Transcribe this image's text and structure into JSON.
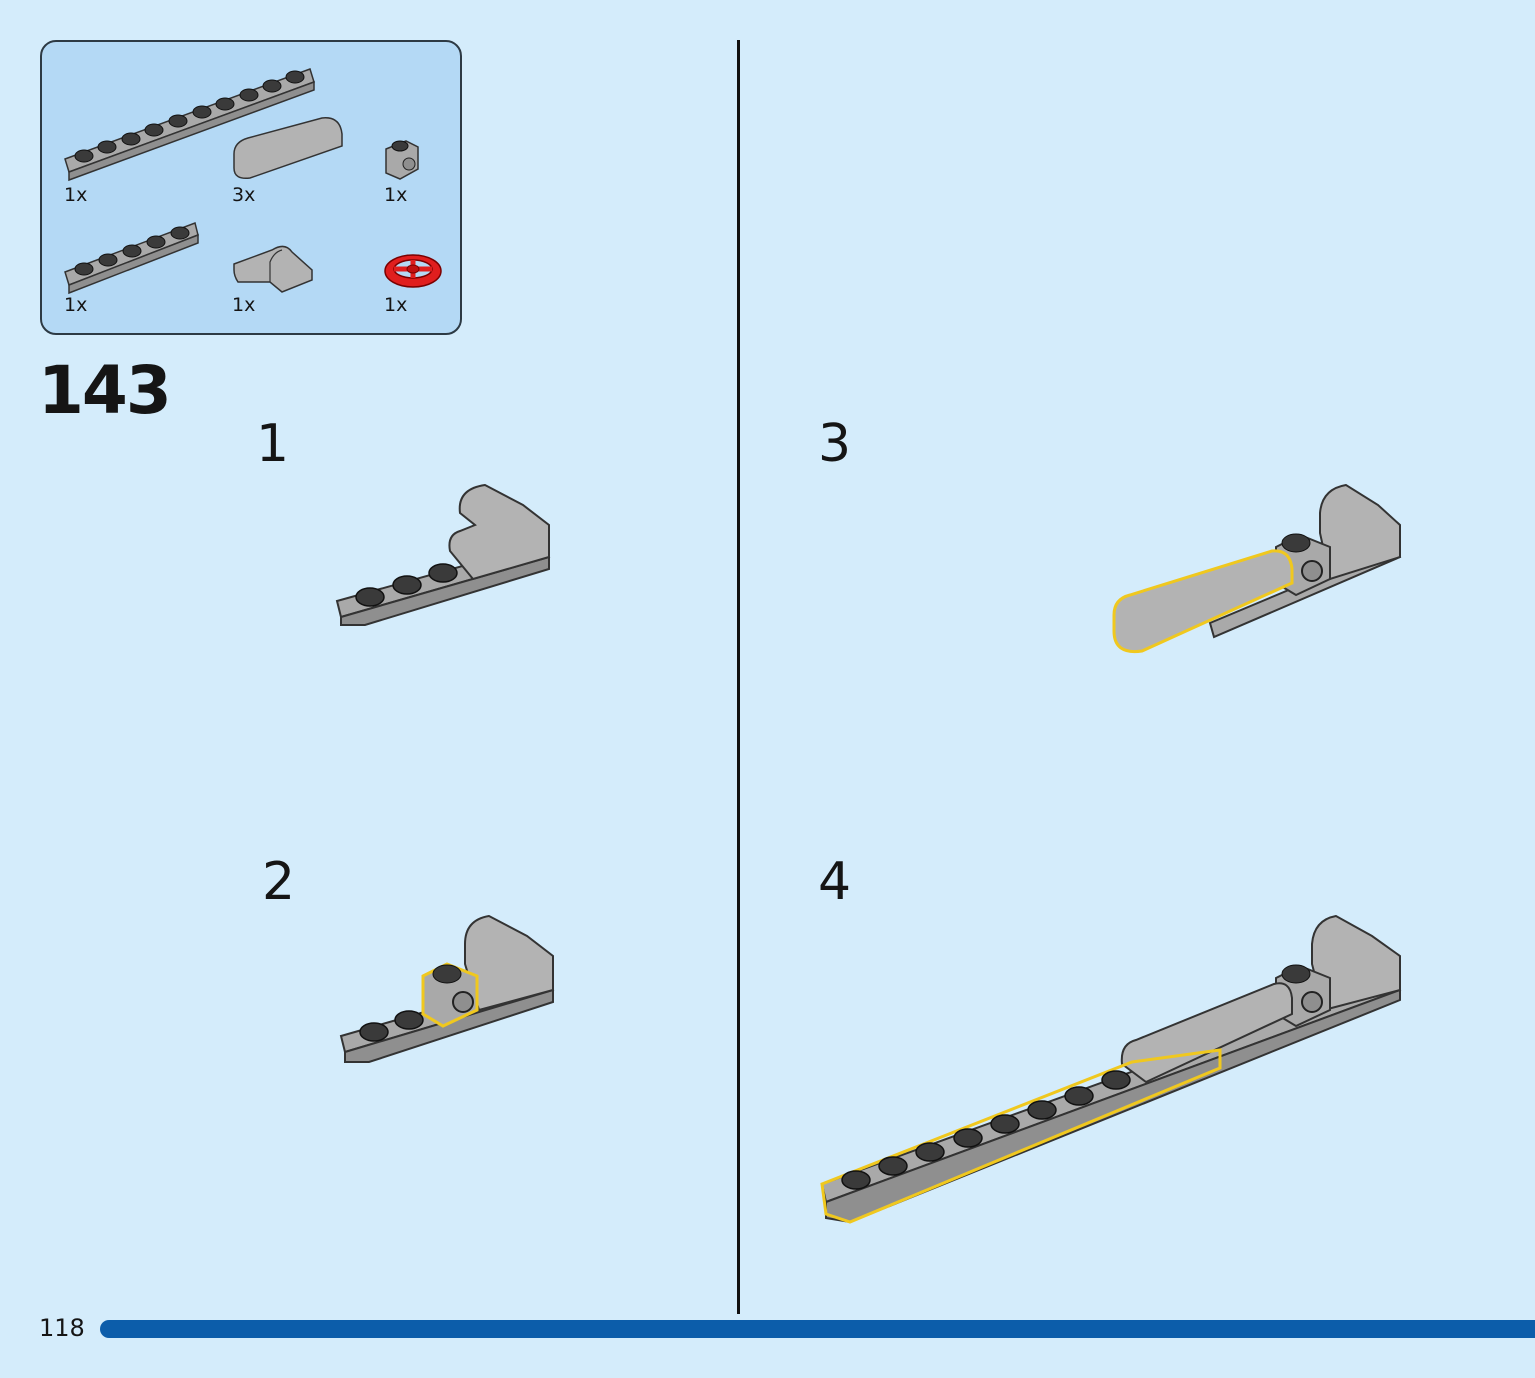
{
  "parts_list": [
    {
      "name": "plate-1x10",
      "qty": "1x",
      "color": "#a9a9a9"
    },
    {
      "name": "curved-slope-1x4",
      "qty": "3x",
      "color": "#a9a9a9"
    },
    {
      "name": "brick-1x1-stud-side",
      "qty": "1x",
      "color": "#a9a9a9"
    },
    {
      "name": "plate-1x5",
      "qty": "1x",
      "color": "#a9a9a9"
    },
    {
      "name": "curved-slope-corner",
      "qty": "1x",
      "color": "#a9a9a9"
    },
    {
      "name": "steering-wheel",
      "qty": "1x",
      "color": "#e01e1e"
    }
  ],
  "step_number": "143",
  "substeps": [
    "1",
    "2",
    "3",
    "4"
  ],
  "page_number": "118",
  "colors": {
    "background": "#d4ecfb",
    "parts_box": "#b4d9f5",
    "highlight": "#f0c81e",
    "progress": "#0c5daa",
    "brick": "#a9a9a9"
  }
}
